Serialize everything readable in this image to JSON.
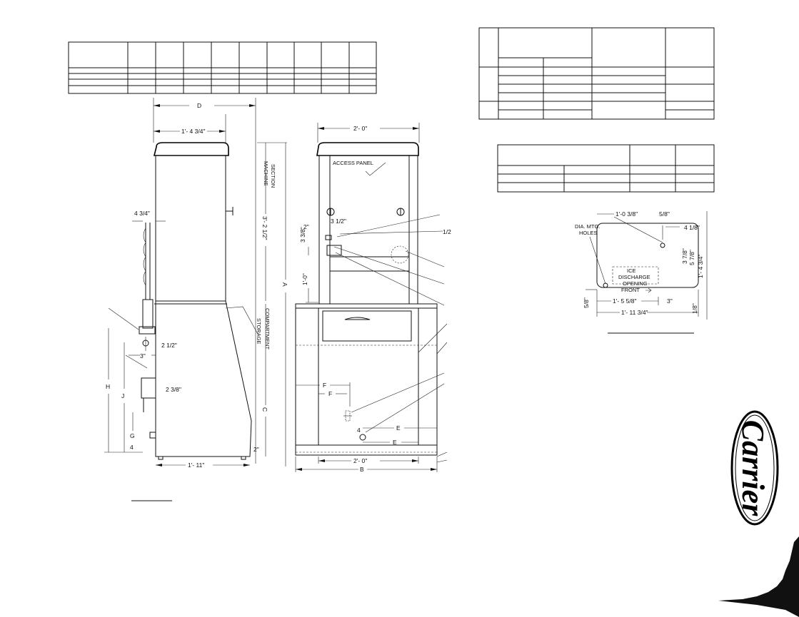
{
  "side_view": {
    "D": "D",
    "width_top": "1'- 4 3/4\"",
    "pipe_offset": "4 3/4\"",
    "dim_2_1_2": "2 1/2\"",
    "dim_3": "3\"",
    "dim_2_3_8": "2 3/8\"",
    "H": "H",
    "J": "J",
    "G": "G",
    "dim_4": "4",
    "bottom_width": "1'- 11\"",
    "dim_2": "2\"",
    "machine_section": [
      "MACHINE",
      "SECTION"
    ],
    "height_total": "3'- 2 1/2\"",
    "A": "A",
    "C": "C",
    "storage_compartment": [
      "STORAGE",
      "COMPARTMENT"
    ]
  },
  "front_view": {
    "top_width": "2'- 0\"",
    "access_panel": "ACCESS PANEL",
    "dim_2": "2\"",
    "dim_3_1_2": "3 1/2\"",
    "dim_3_3_8": "3 3/8\"",
    "dim_1_0": "1'-0\"",
    "dim_half": "1/2",
    "F": "F",
    "E": "E",
    "bottom_width": "2'- 0\"",
    "B": "B"
  },
  "mount_plan": {
    "dia_mtg_holes": [
      "DIA. MTG.",
      "HOLES"
    ],
    "dim_1_0_3_8": "1'-0 3/8\"",
    "dim_5_8": "5/8\"",
    "dim_4_1_8": "4 1/8\"",
    "dim_3_7_8": "3 7/8\"",
    "dim_5_7_8": "5 7/8\"",
    "dim_1_4_3_4": "1'- 4 3/4\"",
    "ice_discharge": [
      "ICE",
      "DISCHARGE",
      "OPENING"
    ],
    "front": "FRONT",
    "dim_5_8_b": "5/8\"",
    "dim_1_5_5_8": "1'- 5 5/8\"",
    "dim_3b": "3\"",
    "dim_1_11_3_4": "1'- 11 3/4\"",
    "dim_1_8": "1/8\""
  },
  "logo": {
    "text": "Carrier"
  }
}
